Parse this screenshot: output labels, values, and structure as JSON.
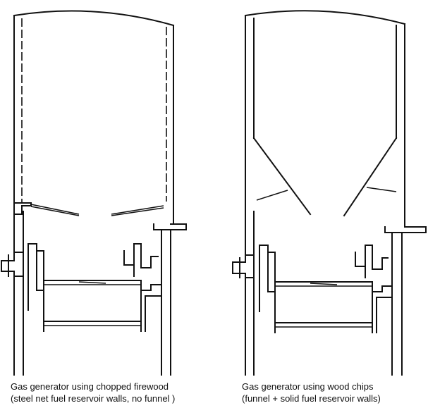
{
  "figures": [
    {
      "caption_line1": "Gas generator using chopped firewood",
      "caption_line2": "(steel net fuel reservoir walls, no funnel )"
    },
    {
      "caption_line1": "Gas generator using wood chips",
      "caption_line2": "(funnel + solid fuel reservoir walls)"
    }
  ]
}
